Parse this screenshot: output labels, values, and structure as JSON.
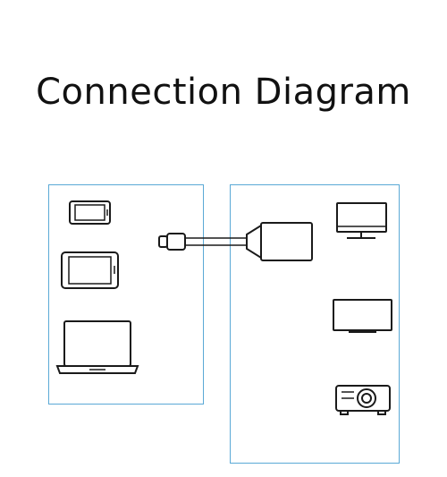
{
  "title": "Connection Diagram",
  "colors": {
    "panel_border": "#5aa9d6",
    "line": "#1a1a1a",
    "background": "#ffffff"
  },
  "source_panel": {
    "devices": [
      {
        "name": "smartphone",
        "icon": "smartphone-icon"
      },
      {
        "name": "tablet",
        "icon": "tablet-icon"
      },
      {
        "name": "laptop",
        "icon": "laptop-icon"
      }
    ]
  },
  "cable": {
    "left_connector": "usb-c-plug-icon",
    "right_connector": "hdmi-adapter-icon"
  },
  "display_panel": {
    "devices": [
      {
        "name": "monitor",
        "icon": "monitor-icon"
      },
      {
        "name": "tv",
        "icon": "tv-icon"
      },
      {
        "name": "projector",
        "icon": "projector-icon"
      }
    ]
  }
}
